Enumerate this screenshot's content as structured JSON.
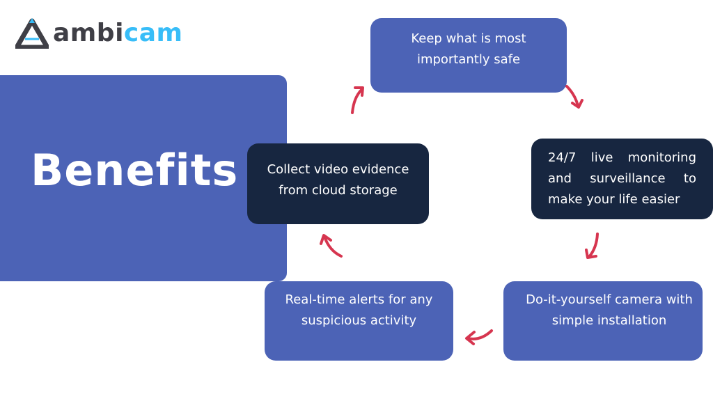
{
  "logo": {
    "brand_dark": "ambi",
    "brand_accent": "cam",
    "icon": "ambicam-triangle-icon"
  },
  "title": "Benefits",
  "cycle": {
    "steps": [
      "Keep what is most importantly safe",
      "24/7 live monitoring and surveillance to make your life easier",
      "Do-it-yourself camera with simple installation",
      "Real-time alerts for any suspicious activity",
      "Collect video evidence from cloud storage"
    ],
    "arrow_icon": "curved-arrow-icon"
  },
  "colors": {
    "blue_box": "#4c63b6",
    "navy_box": "#172640",
    "arrow": "#d6354f",
    "logo_dark": "#3f3f46",
    "logo_accent": "#38bdf8"
  }
}
